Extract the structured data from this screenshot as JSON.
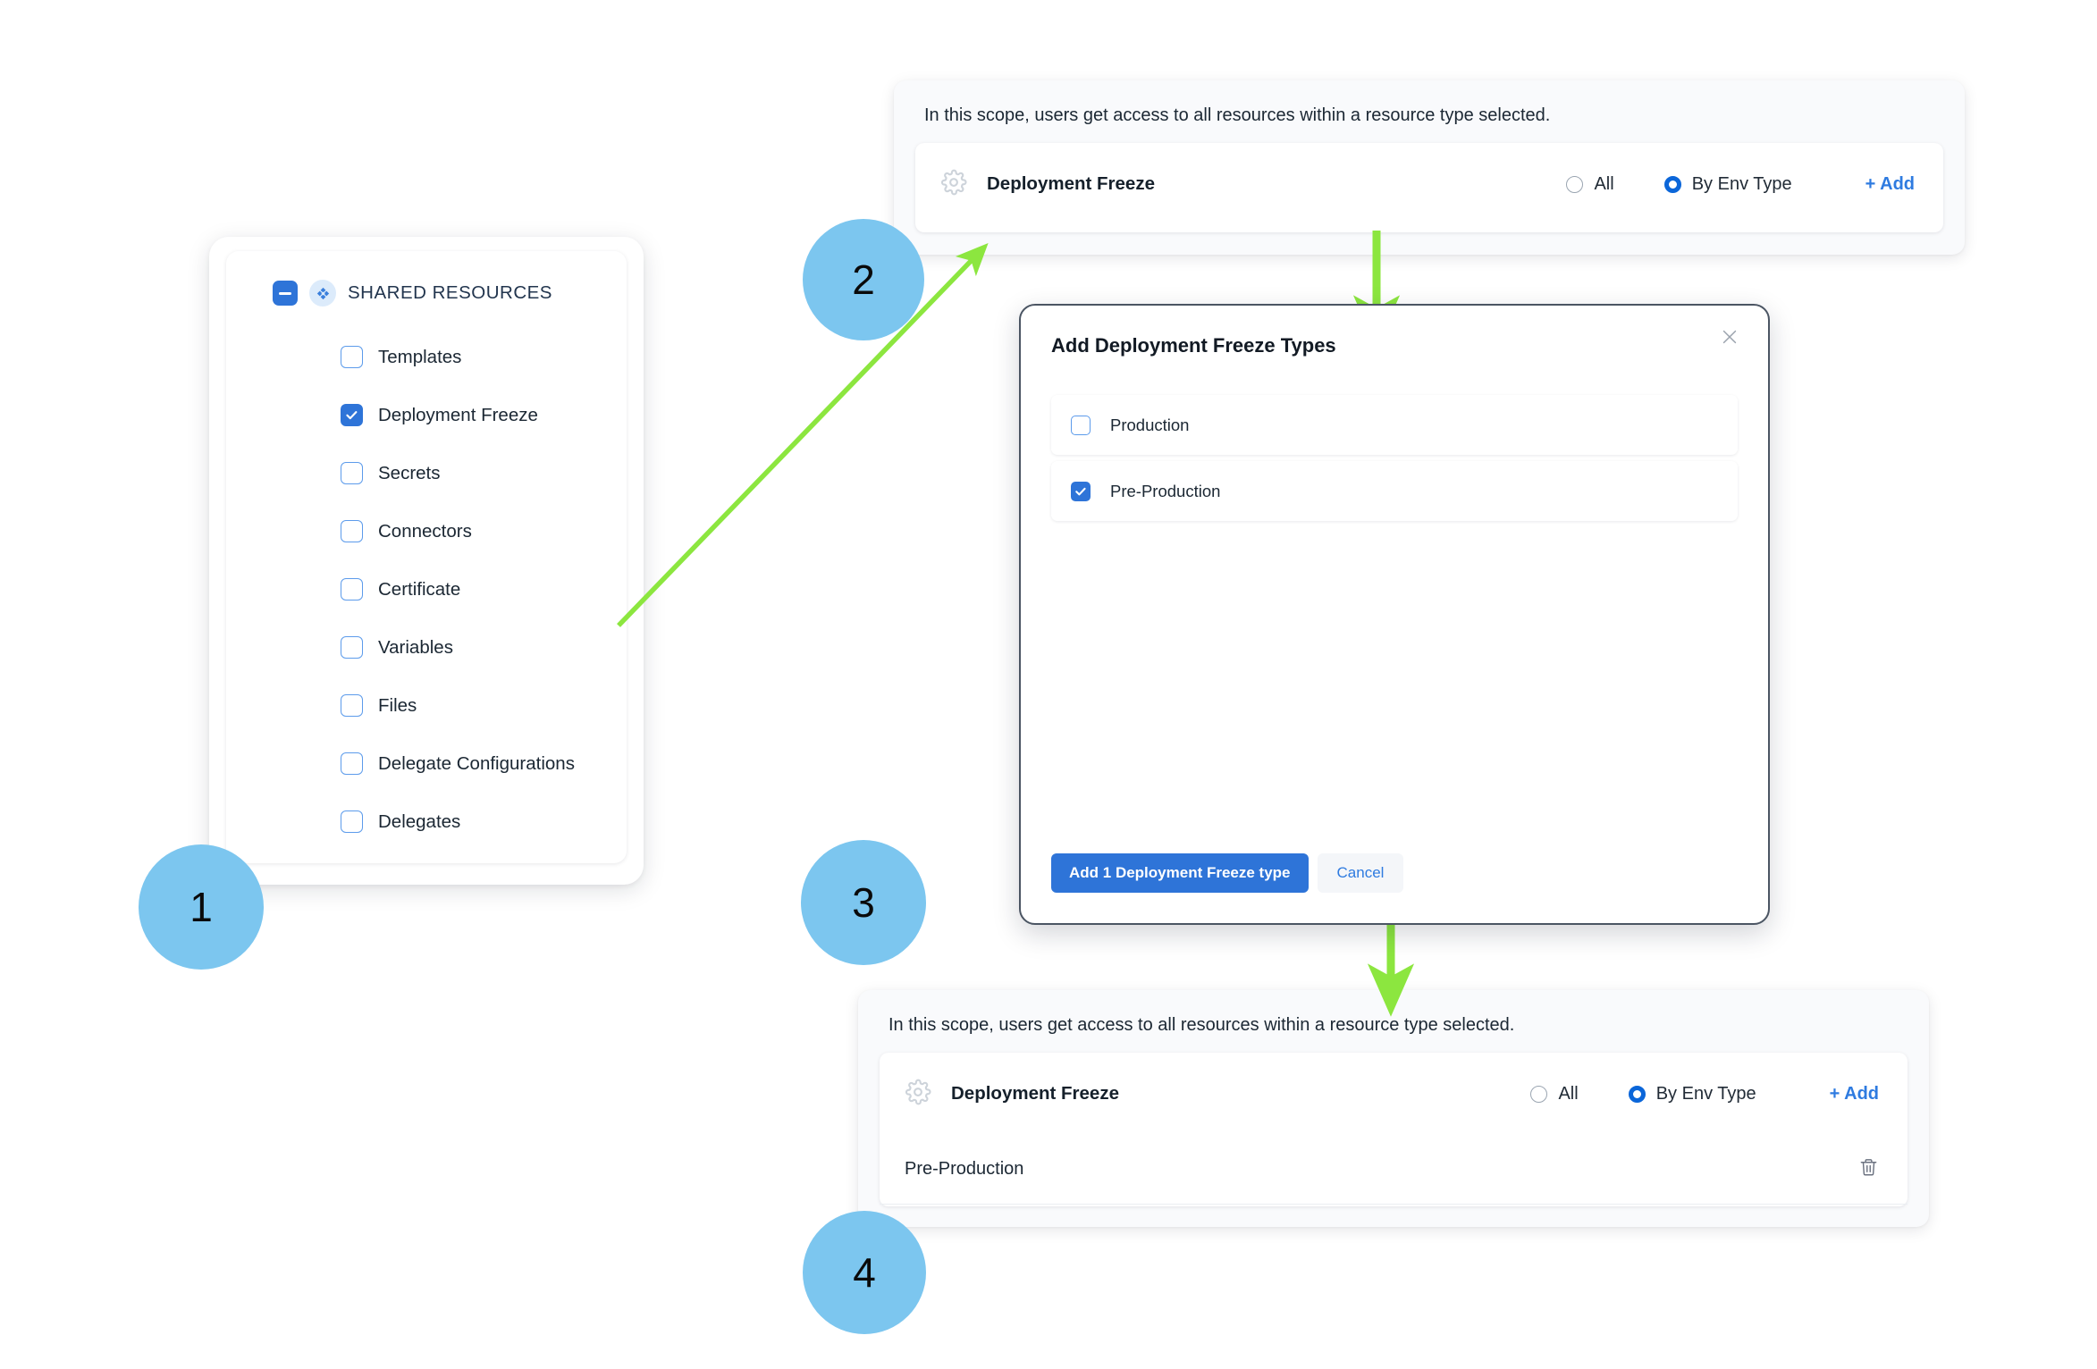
{
  "colors": {
    "accent_blue": "#2E74D8",
    "link_blue": "#2E7BE0",
    "bubble_blue": "#7CC6EF",
    "arrow_green": "#8CE63F",
    "panel_bg": "#F9FAFC",
    "modal_border": "#4B5563"
  },
  "steps": [
    {
      "number": "1"
    },
    {
      "number": "2"
    },
    {
      "number": "3"
    },
    {
      "number": "4"
    }
  ],
  "shared_resources": {
    "title": "SHARED RESOURCES",
    "group_state": "indeterminate",
    "items": [
      {
        "label": "Templates",
        "checked": false
      },
      {
        "label": "Deployment Freeze",
        "checked": true
      },
      {
        "label": "Secrets",
        "checked": false
      },
      {
        "label": "Connectors",
        "checked": false
      },
      {
        "label": "Certificate",
        "checked": false
      },
      {
        "label": "Variables",
        "checked": false
      },
      {
        "label": "Files",
        "checked": false
      },
      {
        "label": "Delegate Configurations",
        "checked": false
      },
      {
        "label": "Delegates",
        "checked": false
      }
    ]
  },
  "scope_before": {
    "note": "In this scope, users get access to all resources within a resource type selected.",
    "resource_name": "Deployment Freeze",
    "radio_all_label": "All",
    "radio_env_label": "By Env Type",
    "selected_radio": "By Env Type",
    "add_label": "+ Add",
    "selections": []
  },
  "scope_after": {
    "note": "In this scope, users get access to all resources within a resource type selected.",
    "resource_name": "Deployment Freeze",
    "radio_all_label": "All",
    "radio_env_label": "By Env Type",
    "selected_radio": "By Env Type",
    "add_label": "+ Add",
    "selections": [
      {
        "label": "Pre-Production"
      }
    ]
  },
  "modal": {
    "title": "Add Deployment Freeze Types",
    "options": [
      {
        "label": "Production",
        "checked": false
      },
      {
        "label": "Pre-Production",
        "checked": true
      }
    ],
    "primary_button": "Add 1 Deployment Freeze type",
    "secondary_button": "Cancel"
  }
}
